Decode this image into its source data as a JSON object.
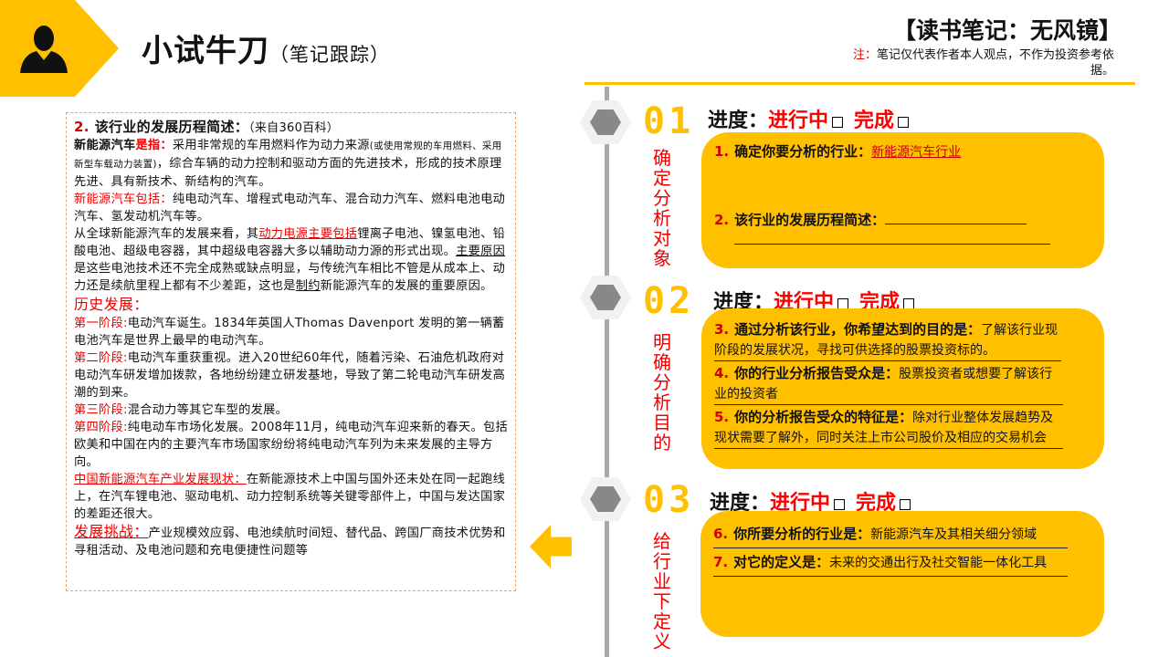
{
  "header": {
    "title": "小试牛刀",
    "subtitle": "（笔记跟踪）",
    "book_title": "【读书笔记：无风镜】",
    "note_label": "注：",
    "note_text": "笔记仅代表作者本人观点，不作为投资参考依据。"
  },
  "left_panel": {
    "heading_num": "2.",
    "heading": "该行业的发展历程简述：",
    "heading_source": "（来自360百科）",
    "def_label_a": "新能源汽车",
    "def_label_b": "是指：",
    "def_text": "采用非常规的车用燃料作为动力来源",
    "def_small": "(或使用常规的车用燃料、采用新型车载动力装置)",
    "def_text2": "，综合车辆的动力控制和驱动方面的先进技术，形成的技术原理先进、具有新技术、新结构的汽车。",
    "incl_label": "新能源汽车包括：",
    "incl_text": "纯电动汽车、增程式电动汽车、混合动力汽车、燃料电池电动汽车、氢发动机汽车等。",
    "power_a": "从全球新能源汽车的发展来看，其",
    "power_link": "动力电源主要包括",
    "power_b": "锂离子电池、镍氢电池、铅酸电池、超级电容器，其中超级电容器大多以辅助动力源的形式出现。",
    "reason_link": "主要原因",
    "reason_text": "是这些电池技术还不完全成熟或缺点明显，与传统汽车相比不管是从成本上、动力还是续航里程上都有不少差距，这也是",
    "restrict_link": "制约",
    "restrict_text": "新能源汽车的发展的重要原因。",
    "history_title": "历史发展：",
    "stages": [
      {
        "label": "第一阶段:",
        "text": "电动汽车诞生。1834年英国人Thomas Davenport 发明的第一辆蓄电池汽车是世界上最早的电动汽车。"
      },
      {
        "label": "第二阶段:",
        "text": "电动汽车重获重视。进入20世纪60年代，随着污染、石油危机政府对电动汽车研发增加拨款，各地纷纷建立研发基地，导致了第二轮电动汽车研发高潮的到来。"
      },
      {
        "label": "第三阶段:",
        "text": "混合动力等其它车型的发展。"
      },
      {
        "label": "第四阶段:",
        "text": "纯电动车市场化发展。2008年11月，纯电动汽车迎来新的春天。包括欧美和中国在内的主要汽车市场国家纷纷将纯电动汽车列为未来发展的主导方向。"
      }
    ],
    "china_label": "中国新能源汽车产业发展现状：",
    "china_text": "在新能源技术上中国与国外还未处在同一起跑线上，在汽车锂电池、驱动电机、动力控制系统等关键零部件上，中国与发达国家的差距还很大。",
    "challenge_label": "发展挑战：",
    "challenge_text": "产业规模效应弱、电池续航时间短、替代品、跨国厂商技术优势和寻租活动、及电池问题和充电便捷性问题等"
  },
  "progress": {
    "label": "进度：",
    "in_progress": "进行中",
    "done": "完成"
  },
  "sections": [
    {
      "num": "01",
      "side": "确定分析对象",
      "items": [
        {
          "n": "1.",
          "q": "确定你要分析的行业：",
          "a": "新能源汽车行业"
        },
        {
          "n": "2.",
          "q": "该行业的发展历程简述：",
          "a": ""
        }
      ]
    },
    {
      "num": "02",
      "side": "明确分析目的",
      "items": [
        {
          "n": "3.",
          "q": "通过分析该行业，你希望达到的目的是：",
          "a": "了解该行业现阶段的发展状况，寻找可供选择的股票投资标的。"
        },
        {
          "n": "4.",
          "q": "你的行业分析报告受众是：",
          "a": "股票投资者或想要了解该行业的投资者"
        },
        {
          "n": "5.",
          "q": "你的分析报告受众的特征是：",
          "a": "除对行业整体发展趋势及现状需要了解外，同时关注上市公司股价及相应的交易机会"
        }
      ]
    },
    {
      "num": "03",
      "side": "给行业下定义",
      "items": [
        {
          "n": "6.",
          "q": "你所要分析的行业是：",
          "a": "新能源汽车及其相关细分领域"
        },
        {
          "n": "7.",
          "q": "对它的定义是：",
          "a": "未来的交通出行及社交智能一体化工具"
        }
      ]
    }
  ],
  "colors": {
    "accent": "#FFC000",
    "red": "#FF0000",
    "gray_line": "#A8A8A8"
  }
}
